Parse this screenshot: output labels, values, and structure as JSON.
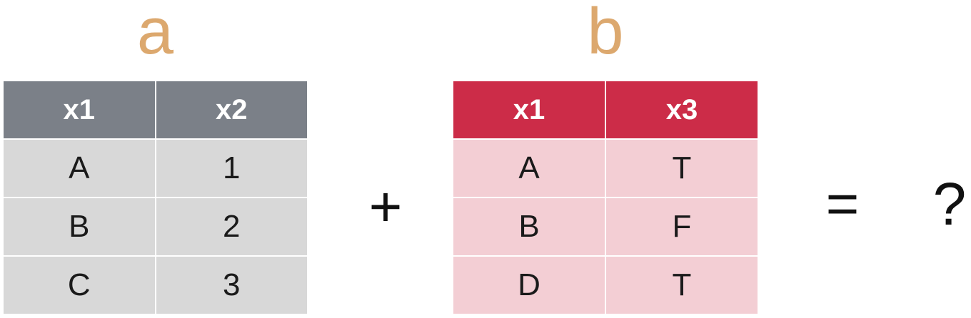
{
  "colors": {
    "title": "#dca86e",
    "table_a_header": "#7b8088",
    "table_a_cell": "#d8d8d8",
    "table_b_header": "#cc2c48",
    "table_b_cell": "#f3ced4"
  },
  "table_a": {
    "name": "a",
    "headers": [
      "x1",
      "x2"
    ],
    "rows": [
      [
        "A",
        "1"
      ],
      [
        "B",
        "2"
      ],
      [
        "C",
        "3"
      ]
    ]
  },
  "table_b": {
    "name": "b",
    "headers": [
      "x1",
      "x3"
    ],
    "rows": [
      [
        "A",
        "T"
      ],
      [
        "B",
        "F"
      ],
      [
        "D",
        "T"
      ]
    ]
  },
  "operators": {
    "plus": "+",
    "equals": "=",
    "result": "?"
  }
}
